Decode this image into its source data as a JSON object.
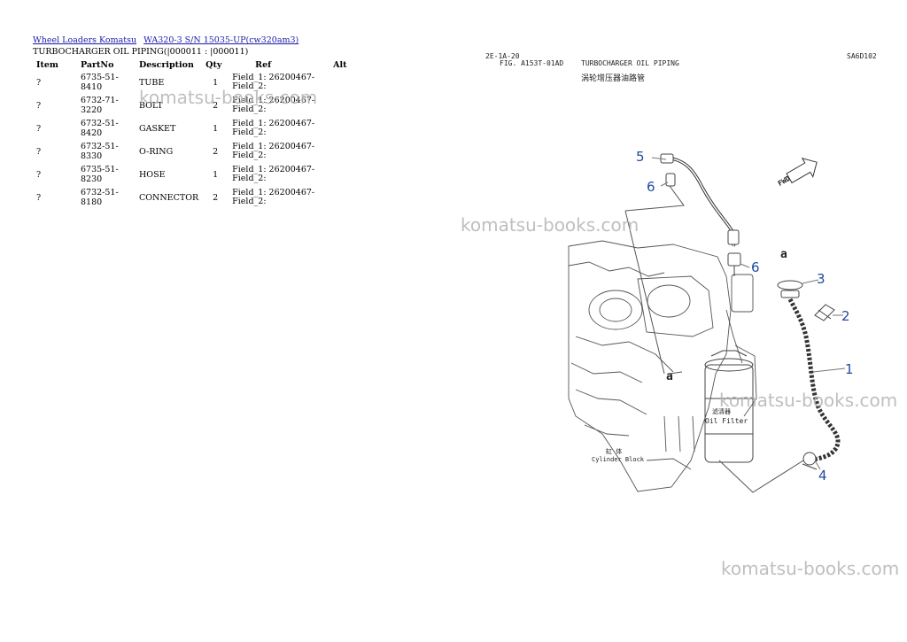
{
  "breadcrumb": {
    "link1": "Wheel Loaders Komatsu",
    "link2": "WA320-3 S/N 15035-UP(cw320am3)"
  },
  "section_title": "TURBOCHARGER OIL PIPING(|000011 : |000011)",
  "table": {
    "headers": [
      "Item",
      "PartNo",
      "Description",
      "Qty",
      "Ref",
      "Alt"
    ],
    "rows": [
      {
        "item": "?",
        "partno": "6735-51-8410",
        "desc": "TUBE",
        "qty": "1",
        "ref1": "Field_1: 26200467-",
        "ref2": "Field_2:"
      },
      {
        "item": "?",
        "partno": "6732-71-3220",
        "desc": "BOLT",
        "qty": "2",
        "ref1": "Field_1: 26200467-",
        "ref2": "Field_2:"
      },
      {
        "item": "?",
        "partno": "6732-51-8420",
        "desc": "GASKET",
        "qty": "1",
        "ref1": "Field_1: 26200467-",
        "ref2": "Field_2:"
      },
      {
        "item": "?",
        "partno": "6732-51-8330",
        "desc": "O-RING",
        "qty": "2",
        "ref1": "Field_1: 26200467-",
        "ref2": "Field_2:"
      },
      {
        "item": "?",
        "partno": "6735-51-8230",
        "desc": "HOSE",
        "qty": "1",
        "ref1": "Field_1: 26200467-",
        "ref2": "Field_2:"
      },
      {
        "item": "?",
        "partno": "6732-51-8180",
        "desc": "CONNECTOR",
        "qty": "2",
        "ref1": "Field_1: 26200467-",
        "ref2": "Field_2:"
      }
    ]
  },
  "watermark": "komatsu-books.com",
  "figure": {
    "page_code": "2E-1A-20",
    "fig_no": "FIG. A153T-01AD",
    "title_en": "TURBOCHARGER OIL PIPING",
    "title_cn": "涡轮增压器油路管",
    "corner_code": "SA6D102",
    "fwd": "FWD",
    "oil_filter_cn": "滤清器",
    "oil_filter": "Oil Filter",
    "cyl_block_cn": "缸 体",
    "cyl_block": "Cylinder Block",
    "callouts": [
      "5",
      "6",
      "6",
      "3",
      "2",
      "1",
      "4"
    ],
    "marker": "a"
  }
}
